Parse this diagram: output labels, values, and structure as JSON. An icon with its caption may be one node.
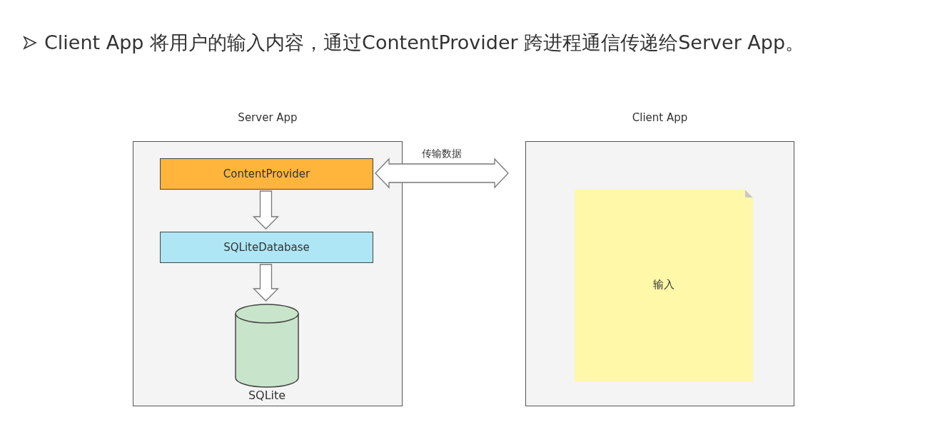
{
  "diagram": {
    "title": "Client App 将用户的输入内容，通过ContentProvider 跨进程通信传递给Server App。",
    "nodes": [
      {
        "text": [
          "Server App"
        ]
      },
      {
        "text": [
          "ContentProvider"
        ],
        "in": 0
      },
      {
        "text": [
          "SQLiteDatabase"
        ],
        "in": 0
      },
      {
        "text": [
          "SQLite"
        ],
        "in": 0
      },
      {
        "text": [
          "Client App"
        ]
      },
      {
        "text": [
          "输入"
        ],
        "in": 4
      }
    ],
    "edges": [
      {
        "from": 1,
        "to": 2,
        "arrow": "to"
      },
      {
        "from": 2,
        "to": 3,
        "arrow": "to"
      },
      {
        "from": 1,
        "to": 4,
        "arrow": "both",
        "label": "传输数据"
      }
    ]
  }
}
